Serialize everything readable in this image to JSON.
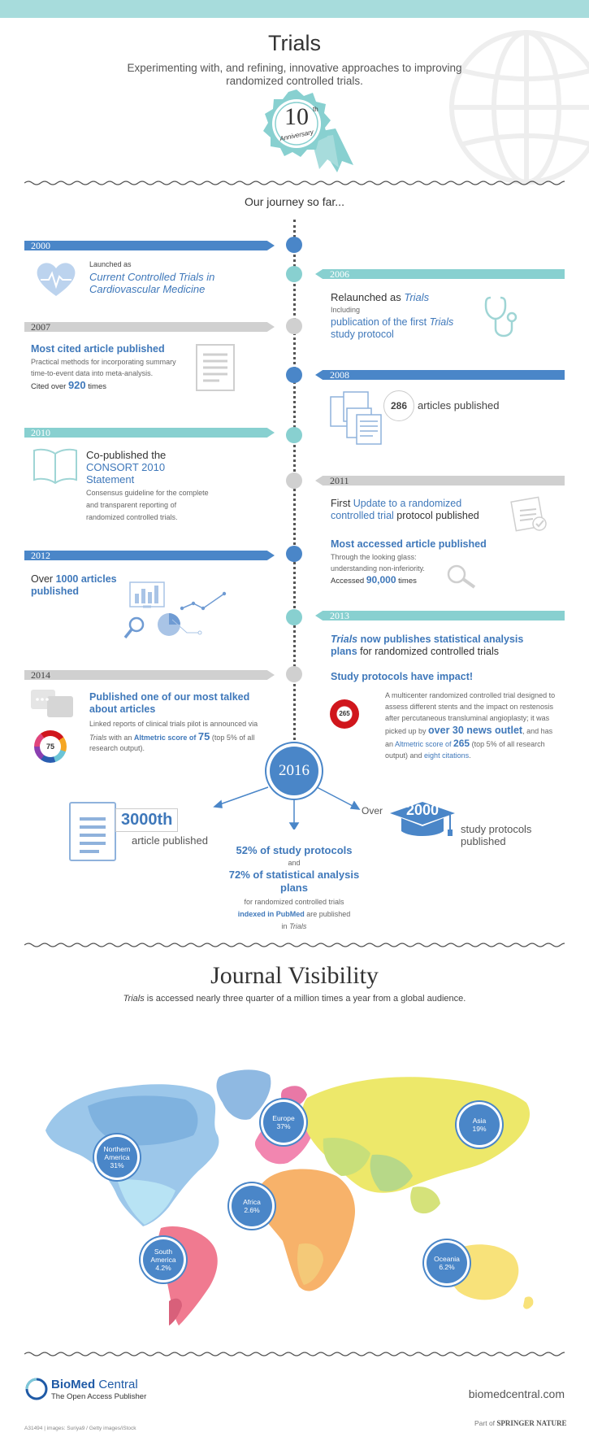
{
  "header": {
    "title": "Trials",
    "subtitle": "Experimenting with, and refining, innovative approaches to improving randomized controlled trials.",
    "anniversary_number": "10",
    "anniversary_suffix": "th",
    "anniversary_label": "Anniversary"
  },
  "journey_heading": "Our journey so far...",
  "timeline": {
    "y2000": {
      "year": "2000",
      "line1": "Launched as",
      "line2": "Current Controlled Trials in",
      "line3": "Cardiovascular Medicine"
    },
    "y2006": {
      "year": "2006",
      "head_pre": "Relaunched as ",
      "head_em": "Trials",
      "small": "Including",
      "line1": "publication of the first ",
      "line1_em": "Trials",
      "line2": "study protocol"
    },
    "y2007": {
      "year": "2007",
      "head": "Most cited article published",
      "small1": "Practical methods for incorporating summary",
      "small2": "time-to-event data into meta-analysis.",
      "cited_pre": "Cited over ",
      "cited_num": "920",
      "cited_post": " times"
    },
    "y2008": {
      "year": "2008",
      "count": "286",
      "label": "articles published"
    },
    "y2010": {
      "year": "2010",
      "head1": "Co-published the",
      "head2": "CONSORT 2010",
      "head3": "Statement",
      "small1": "Consensus guideline for the complete",
      "small2": "and transparent reporting of",
      "small3": "randomized controlled trials."
    },
    "y2011": {
      "year": "2011",
      "l1_pre": "First ",
      "l1_blue": "Update to a randomized",
      "l2_blue": "controlled trial",
      "l2_post": " protocol published",
      "h2": "Most accessed article published",
      "small1": "Through the looking glass:",
      "small2": "understanding non-inferiority.",
      "acc_pre": "Accessed ",
      "acc_num": "90,000",
      "acc_post": " times"
    },
    "y2012": {
      "year": "2012",
      "l1_pre": "Over ",
      "l1_blue": "1000 articles",
      "l2_blue": "published"
    },
    "y2013": {
      "year": "2013",
      "l1_em": "Trials",
      "l1_post": " now publishes statistical analysis",
      "l2_blue": "plans",
      "l2_post": " for randomized controlled trials",
      "h2": "Study protocols have impact!",
      "donut": "265",
      "p1": "A multicenter randomized controlled trial designed to",
      "p2": "assess different stents and the impact on restenosis",
      "p3": "after percutaneous transluminal angioplasty; it was",
      "p4_pre": "picked up by ",
      "p4_big": "over 30 news outlet",
      "p4_post": ", and has",
      "p5_pre": "an ",
      "p5_blue": "Altmetric score of ",
      "p5_num": "265",
      "p5_post": " (top 5% of all research",
      "p6_pre": "output) and ",
      "p6_blue": "eight citations",
      "p6_post": "."
    },
    "y2014": {
      "year": "2014",
      "h1": "Published one of our most talked",
      "h2": "about articles",
      "small1": "Linked reports of clinical trials pilot is announced via",
      "small2_em": "Trials",
      "small2_pre": " with an ",
      "small2_blue": "Altmetric score of ",
      "small2_num": "75",
      "small2_post": " (top 5% of all",
      "small3": "research output).",
      "donut": "75"
    },
    "y2016": {
      "year": "2016",
      "left_num": "3000th",
      "left_label": "article published",
      "center1": "52% of study protocols",
      "center_and": "and",
      "center2": "72% of statistical analysis",
      "center3": "plans",
      "center_s1": "for randomized controlled trials",
      "center_s2_blue": "indexed in PubMed",
      "center_s2_post": " are published",
      "center_s3_pre": "in ",
      "center_s3_em": "Trials",
      "right_over": "Over",
      "right_num": "2000",
      "right_l1": "study protocols",
      "right_l2": "published"
    }
  },
  "visibility": {
    "title": "Journal Visibility",
    "sub_em": "Trials",
    "sub_rest": " is accessed nearly three quarter of a million times a year from a global audience.",
    "regions": [
      {
        "name": "Northern America",
        "l1": "Northern",
        "l2": "America",
        "pct": "31%"
      },
      {
        "name": "Europe",
        "l1": "Europe",
        "l2": "",
        "pct": "37%"
      },
      {
        "name": "Asia",
        "l1": "Asia",
        "l2": "",
        "pct": "19%"
      },
      {
        "name": "Africa",
        "l1": "Africa",
        "l2": "",
        "pct": "2.6%"
      },
      {
        "name": "South America",
        "l1": "South",
        "l2": "America",
        "pct": "4.2%"
      },
      {
        "name": "Oceania",
        "l1": "Oceania",
        "l2": "",
        "pct": "6.2%"
      }
    ]
  },
  "footer": {
    "logo_bold": "BioMed",
    "logo_light": " Central",
    "logo_tag": "The Open Access Publisher",
    "url": "biomedcentral.com",
    "partof": "Part of",
    "partof_brand": "SPRINGER NATURE",
    "credit": "A31494 | images: Suriya9 / Getty images/iStock"
  },
  "colors": {
    "blue": "#4a86c8",
    "teal": "#88d0d0",
    "grey": "#d0d0d0",
    "red": "#d0161c"
  }
}
